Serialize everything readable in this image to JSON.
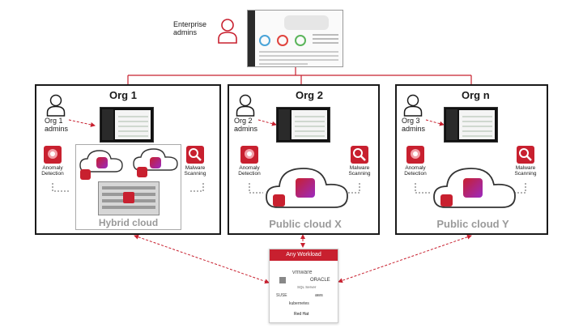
{
  "enterprise": {
    "label_line1": "Enterprise",
    "label_line2": "admins"
  },
  "orgs": [
    {
      "title": "Org 1",
      "admin_line1": "Org 1",
      "admin_line2": "admins",
      "cloud_label": "Hybrid cloud"
    },
    {
      "title": "Org 2",
      "admin_line1": "Org 2",
      "admin_line2": "admins",
      "cloud_label": "Public cloud X"
    },
    {
      "title": "Org n",
      "admin_line1": "Org 3",
      "admin_line2": "admins",
      "cloud_label": "Public cloud Y"
    }
  ],
  "features": {
    "anomaly_line1": "Anomaly",
    "anomaly_line2": "Detection",
    "malware_line1": "Malware",
    "malware_line2": "Scanning"
  },
  "workload": {
    "title": "Any Workload",
    "logos": [
      "vmware",
      "ORACLE",
      "SQL Server",
      "SUSE",
      "kubernetes",
      "aws",
      "Red Hat"
    ]
  },
  "colors": {
    "accent": "#c8202f",
    "border": "#1a1a1a",
    "cloud_label": "#9a9a9a"
  }
}
